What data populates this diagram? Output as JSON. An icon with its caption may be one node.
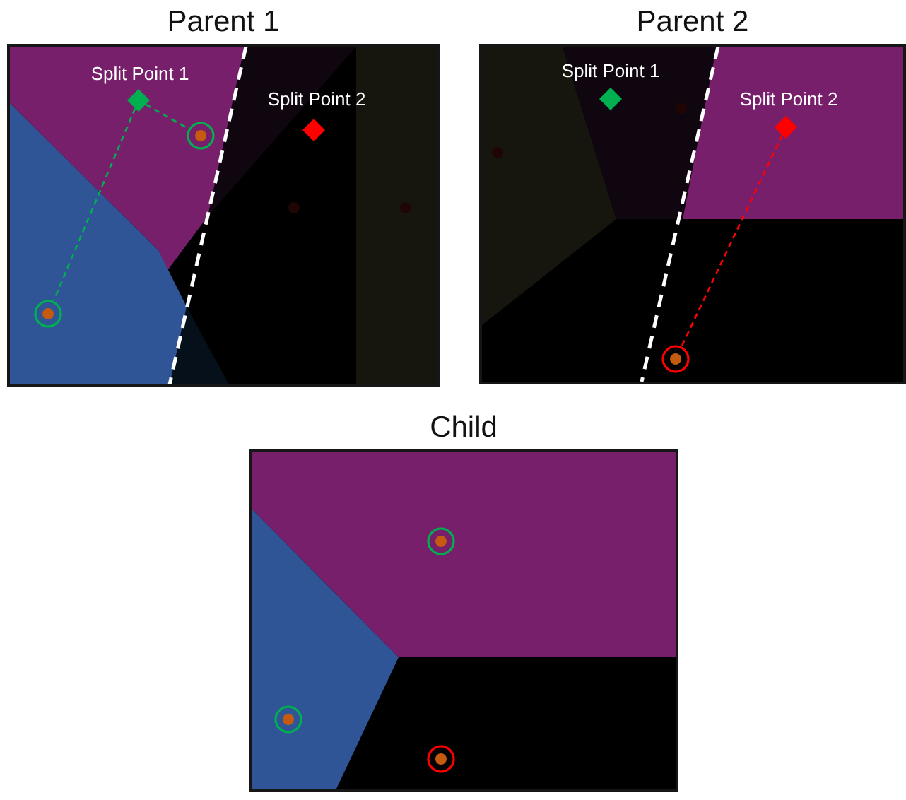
{
  "diagram": {
    "nodes": [
      {
        "text": [
          "Parent 1"
        ]
      },
      {
        "text": [],
        "shape": "diamond",
        "in": 0,
        "beside": [
          "Split Point 1"
        ]
      },
      {
        "text": [],
        "shape": "diamond",
        "in": 0,
        "beside": [
          "Split Point 2"
        ]
      },
      {
        "text": [],
        "shape": "circle",
        "in": 0
      },
      {
        "text": [],
        "shape": "circle",
        "in": 0
      },
      {
        "text": [
          "Parent 2"
        ]
      },
      {
        "text": [],
        "shape": "diamond",
        "in": 5,
        "beside": [
          "Split Point 1"
        ]
      },
      {
        "text": [],
        "shape": "diamond",
        "in": 5,
        "beside": [
          "Split Point 2"
        ]
      },
      {
        "text": [],
        "shape": "circle",
        "in": 5
      },
      {
        "text": [
          "Child"
        ]
      },
      {
        "text": [],
        "shape": "circle",
        "in": 9
      },
      {
        "text": [],
        "shape": "circle",
        "in": 9
      },
      {
        "text": [],
        "shape": "circle",
        "in": 9
      }
    ],
    "edges": [
      {
        "from": 1,
        "to": 4,
        "arrow": "none",
        "style": "dashed"
      },
      {
        "from": 1,
        "to": 3,
        "arrow": "none",
        "style": "dashed"
      },
      {
        "from": 7,
        "to": 8,
        "arrow": "none",
        "style": "dashed",
        "color": "#ff0000"
      }
    ]
  }
}
